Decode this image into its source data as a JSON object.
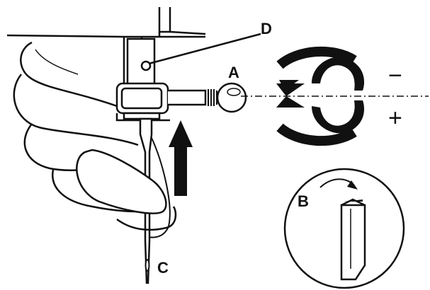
{
  "labels": {
    "A": "A",
    "B": "B",
    "C": "C",
    "D": "D"
  },
  "direction_signs": {
    "minus": "−",
    "plus": "+"
  },
  "colors": {
    "ink": "#111111",
    "paper": "#ffffff"
  }
}
